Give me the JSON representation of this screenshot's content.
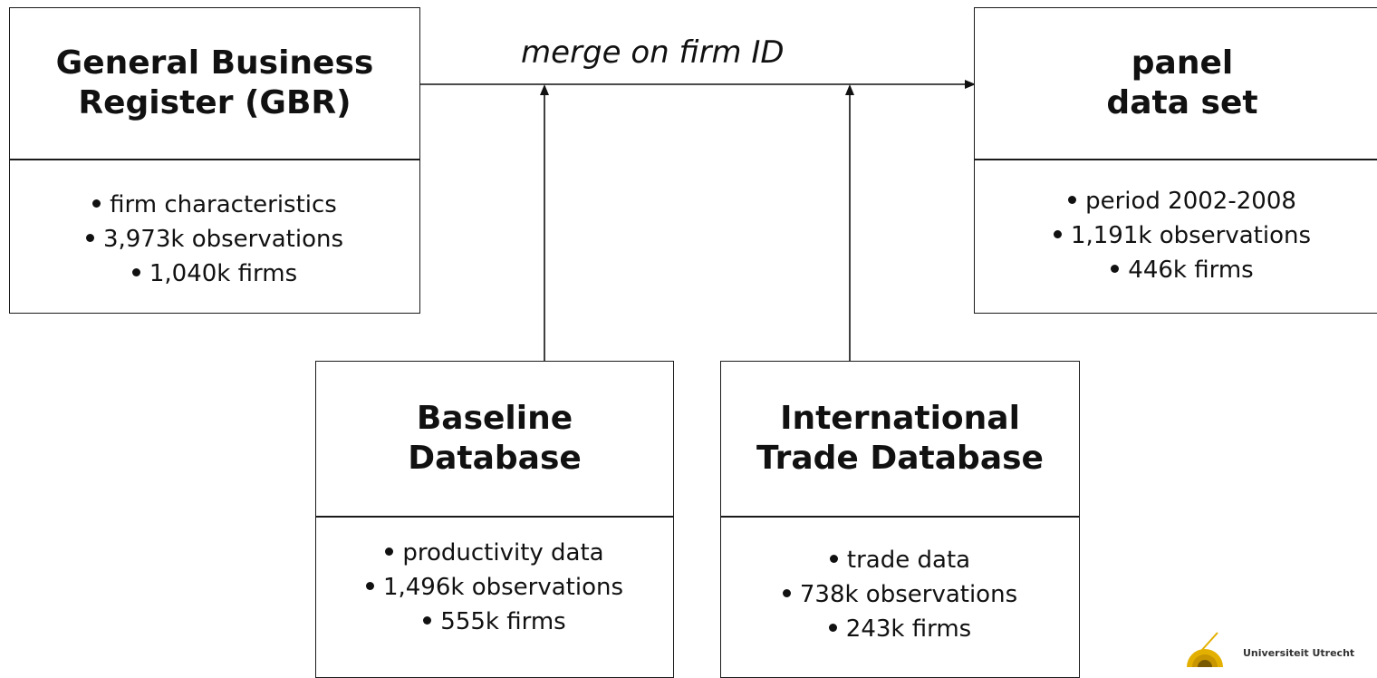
{
  "merge_label": "merge on firm ID",
  "boxes": {
    "gbr": {
      "title_lines": [
        "General Business",
        "Register (GBR)"
      ],
      "bullets": [
        "firm characteristics",
        "3,973k observations",
        "1,040k firms"
      ]
    },
    "panel": {
      "title_lines": [
        "panel",
        "data set"
      ],
      "bullets": [
        "period 2002-2008",
        "1,191k observations",
        "446k firms"
      ]
    },
    "baseline": {
      "title_lines": [
        "Baseline",
        "Database"
      ],
      "bullets": [
        "productivity data",
        "1,496k observations",
        "555k firms"
      ]
    },
    "trade": {
      "title_lines": [
        "International",
        "Trade Database"
      ],
      "bullets": [
        "trade data",
        "738k observations",
        "243k firms"
      ]
    }
  },
  "logo": {
    "icon": "university-seal-icon",
    "text": "Universiteit Utrecht",
    "color": "#e3b000"
  }
}
